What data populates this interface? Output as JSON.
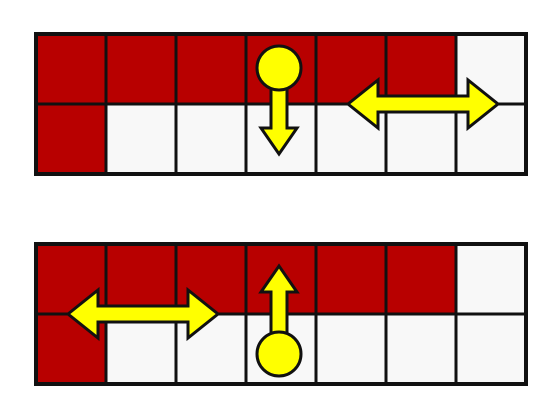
{
  "colors": {
    "filled": "#B80000",
    "empty": "#F8F8F8",
    "grid_line": "#111111",
    "marker_fill": "#FFFF00",
    "marker_stroke": "#111111",
    "background": "#FFFFFF"
  },
  "grid": {
    "columns": 7,
    "rows": 2
  },
  "panels": [
    {
      "name": "panel-top",
      "cells": [
        [
          1,
          1,
          1,
          1,
          1,
          1,
          0
        ],
        [
          1,
          0,
          0,
          0,
          0,
          0,
          0
        ]
      ],
      "pin": {
        "column": 3,
        "row": 0,
        "arrow_direction": "down"
      },
      "double_arrow": {
        "from_column": 4,
        "to_column": 6
      }
    },
    {
      "name": "panel-bottom",
      "cells": [
        [
          1,
          1,
          1,
          1,
          1,
          1,
          0
        ],
        [
          1,
          0,
          0,
          0,
          0,
          0,
          0
        ]
      ],
      "pin": {
        "column": 3,
        "row": 1,
        "arrow_direction": "up"
      },
      "double_arrow": {
        "from_column": 0,
        "to_column": 2
      }
    }
  ]
}
